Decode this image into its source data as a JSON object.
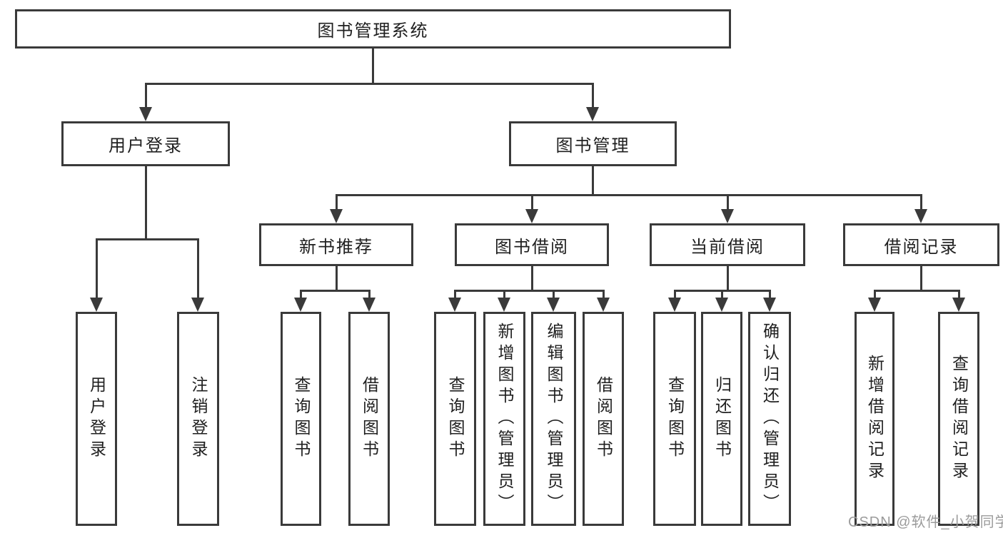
{
  "diagram": {
    "title": "图书管理系统",
    "tree": {
      "label": "图书管理系统",
      "children": [
        {
          "label": "用户登录",
          "children": [
            {
              "label": "用户登录"
            },
            {
              "label": "注销登录"
            }
          ]
        },
        {
          "label": "图书管理",
          "children": [
            {
              "label": "新书推荐",
              "children": [
                {
                  "label": "查询图书"
                },
                {
                  "label": "借阅图书"
                }
              ]
            },
            {
              "label": "图书借阅",
              "children": [
                {
                  "label": "查询图书"
                },
                {
                  "label": "新增图书（管理员）"
                },
                {
                  "label": "编辑图书（管理员）"
                },
                {
                  "label": "借阅图书"
                }
              ]
            },
            {
              "label": "当前借阅",
              "children": [
                {
                  "label": "查询图书"
                },
                {
                  "label": "归还图书"
                },
                {
                  "label": "确认归还（管理员）"
                }
              ]
            },
            {
              "label": "借阅记录",
              "children": [
                {
                  "label": "新增借阅记录"
                },
                {
                  "label": "查询借阅记录"
                }
              ]
            }
          ]
        }
      ]
    }
  },
  "watermark": {
    "text": "CSDN @软件_小贺同学"
  },
  "colors": {
    "line": "#3a3a3a",
    "text": "#1f1f1f",
    "background": "#ffffff",
    "watermark": "#9b9b9b"
  }
}
